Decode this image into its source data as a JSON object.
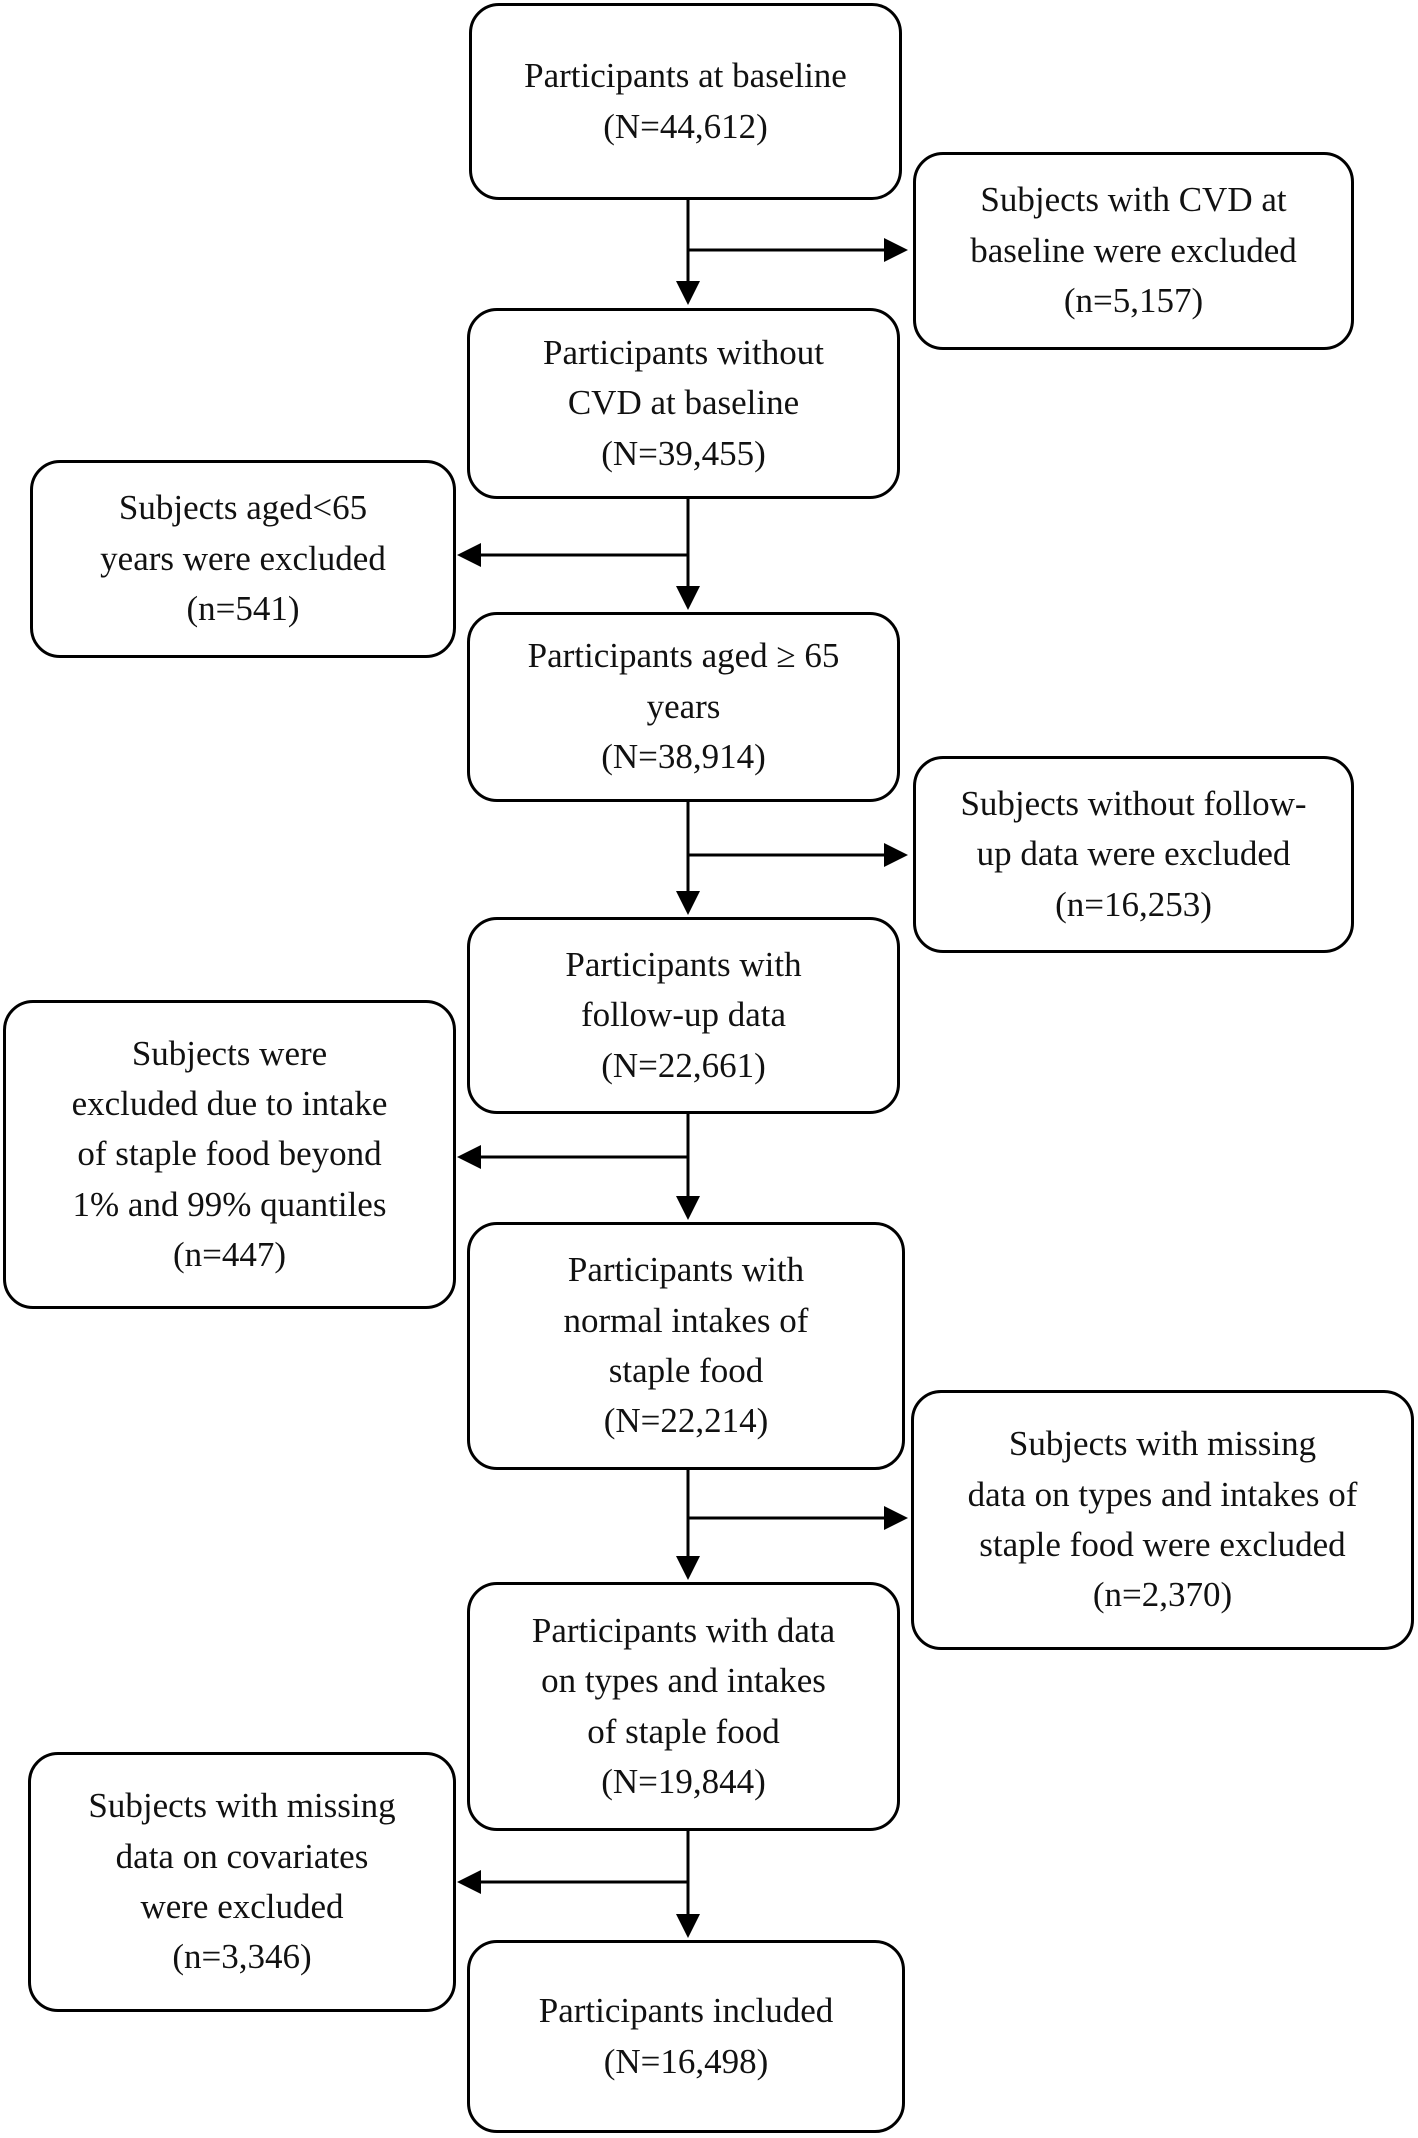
{
  "diagram": {
    "main_boxes": [
      {
        "id": "baseline",
        "lines": [
          "Participants at baseline",
          "(N=44,612)"
        ]
      },
      {
        "id": "no-cvd",
        "lines": [
          "Participants without",
          "CVD at baseline",
          "(N=39,455)"
        ]
      },
      {
        "id": "aged-65",
        "lines": [
          "Participants aged ≥ 65",
          "years",
          "(N=38,914)"
        ]
      },
      {
        "id": "follow-up",
        "lines": [
          "Participants with",
          "follow-up data",
          "(N=22,661)"
        ]
      },
      {
        "id": "normal-intake",
        "lines": [
          "Participants with",
          "normal intakes of",
          "staple food",
          "(N=22,214)"
        ]
      },
      {
        "id": "types-data",
        "lines": [
          "Participants with data",
          "on types and intakes",
          "of staple food",
          "(N=19,844)"
        ]
      },
      {
        "id": "included",
        "lines": [
          "Participants included",
          "(N=16,498)"
        ]
      }
    ],
    "exclusion_boxes": [
      {
        "id": "excl-cvd",
        "lines": [
          "Subjects with CVD at",
          "baseline were excluded",
          "(n=5,157)"
        ]
      },
      {
        "id": "excl-age",
        "lines": [
          "Subjects aged<65",
          "years were excluded",
          "(n=541)"
        ]
      },
      {
        "id": "excl-followup",
        "lines": [
          "Subjects without follow-",
          "up data were excluded",
          "(n=16,253)"
        ]
      },
      {
        "id": "excl-quantile",
        "lines": [
          "Subjects were",
          "excluded due to intake",
          "of staple food beyond",
          "1% and 99% quantiles",
          "(n=447)"
        ]
      },
      {
        "id": "excl-types",
        "lines": [
          "Subjects with missing",
          "data on types and intakes of",
          "staple food were excluded",
          "(n=2,370)"
        ]
      },
      {
        "id": "excl-covariates",
        "lines": [
          "Subjects with missing",
          "data on covariates",
          "were excluded",
          "(n=3,346)"
        ]
      }
    ]
  }
}
